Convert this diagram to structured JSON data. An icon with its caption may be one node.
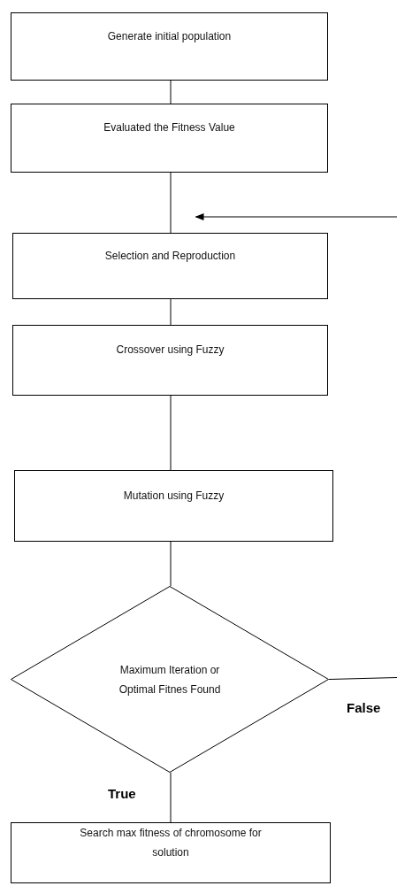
{
  "diagram": {
    "nodes": [
      {
        "text": [
          "Generate initial population"
        ]
      },
      {
        "text": [
          "Evaluated the Fitness Value"
        ]
      },
      {
        "text": [
          "Selection and Reproduction"
        ]
      },
      {
        "text": [
          "Crossover using Fuzzy"
        ]
      },
      {
        "text": [
          "Mutation using Fuzzy"
        ]
      },
      {
        "text": [
          "Maximum Iteration or Optimal Fitnes Found"
        ]
      },
      {
        "text": [
          "Search max fitness of chromosome for solution"
        ]
      }
    ],
    "edges": [
      {
        "from": 0,
        "to": 1,
        "arrow": "none"
      },
      {
        "from": 1,
        "to": 2,
        "arrow": "none"
      },
      {
        "from": null,
        "to": 2,
        "arrow": "to"
      },
      {
        "from": 2,
        "to": 3,
        "arrow": "none"
      },
      {
        "from": 3,
        "to": 4,
        "arrow": "none"
      },
      {
        "from": 4,
        "to": 5,
        "arrow": "none"
      },
      {
        "from": 5,
        "to": null,
        "arrow": "none",
        "label": "False"
      },
      {
        "from": 5,
        "to": 6,
        "arrow": "none",
        "label": "True"
      }
    ]
  }
}
